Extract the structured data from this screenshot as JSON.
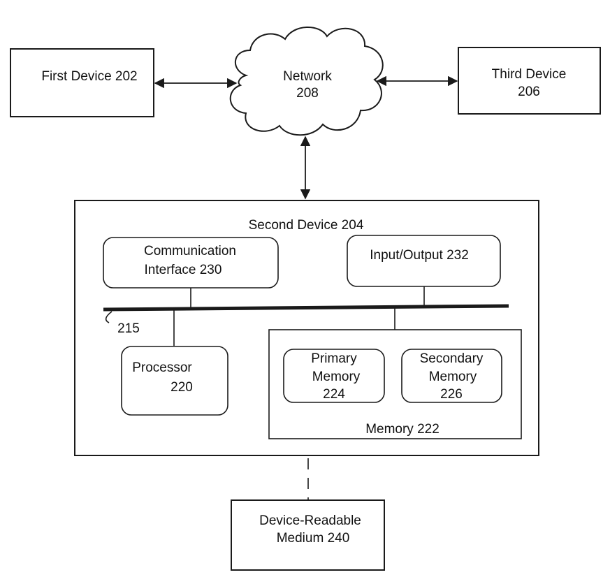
{
  "diagram": {
    "first_device": "First Device 202",
    "network": {
      "line1": "Network",
      "line2": "208"
    },
    "third_device": {
      "line1": "Third Device",
      "line2": "206"
    },
    "second_device": "Second Device 204",
    "communication_interface": {
      "line1": "Communication",
      "line2": "Interface  230"
    },
    "input_output": "Input/Output  232",
    "bus_ref": "215",
    "processor": {
      "line1": "Processor",
      "line2": "220"
    },
    "primary_memory": {
      "line1": "Primary",
      "line2": "Memory",
      "line3": "224"
    },
    "secondary_memory": {
      "line1": "Secondary",
      "line2": "Memory",
      "line3": "226"
    },
    "memory": "Memory 222",
    "device_readable_medium": {
      "line1": "Device-Readable",
      "line2": "Medium 240"
    }
  }
}
